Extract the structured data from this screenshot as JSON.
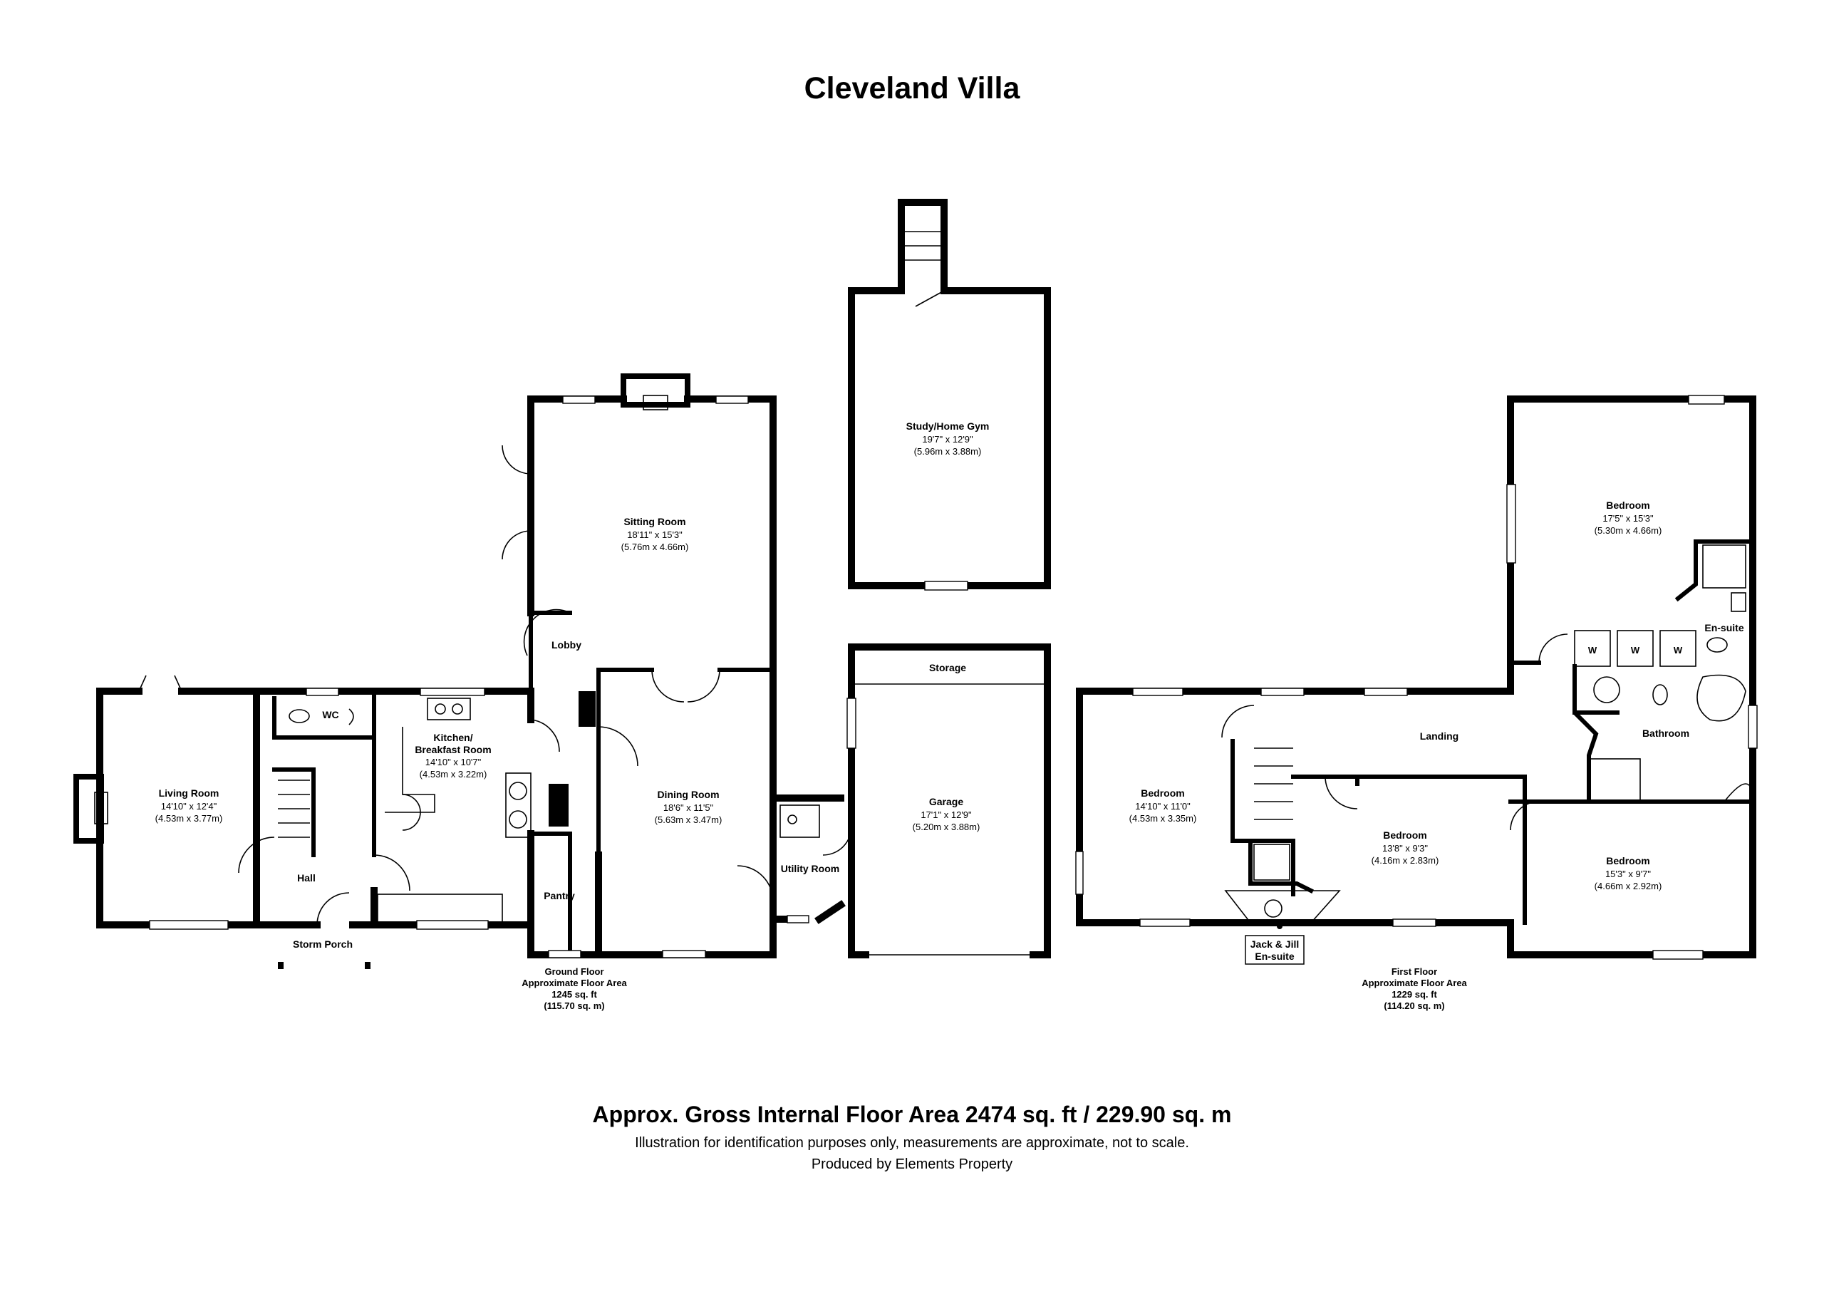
{
  "title": "Cleveland Villa",
  "rooms": {
    "living": {
      "name": "Living Room",
      "imperial": "14'10\" x 12'4\"",
      "metric": "(4.53m x 3.77m)"
    },
    "wc": {
      "name": "WC"
    },
    "kitchen": {
      "name_line1": "Kitchen/",
      "name_line2": "Breakfast Room",
      "imperial": "14'10\" x 10'7\"",
      "metric": "(4.53m x 3.22m)"
    },
    "hall": {
      "name": "Hall"
    },
    "storm_porch": {
      "name": "Storm Porch"
    },
    "pantry": {
      "name": "Pantry"
    },
    "lobby": {
      "name": "Lobby"
    },
    "sitting": {
      "name": "Sitting Room",
      "imperial": "18'11\" x 15'3\"",
      "metric": "(5.76m x 4.66m)"
    },
    "dining": {
      "name": "Dining Room",
      "imperial": "18'6\" x 11'5\"",
      "metric": "(5.63m x 3.47m)"
    },
    "utility": {
      "name": "Utility Room"
    },
    "study": {
      "name": "Study/Home Gym",
      "imperial": "19'7\" x 12'9\"",
      "metric": "(5.96m x 3.88m)"
    },
    "storage": {
      "name": "Storage"
    },
    "garage": {
      "name": "Garage",
      "imperial": "17'1\" x 12'9\"",
      "metric": "(5.20m x 3.88m)"
    },
    "bed_left": {
      "name": "Bedroom",
      "imperial": "14'10\" x 11'0\"",
      "metric": "(4.53m x 3.35m)"
    },
    "landing": {
      "name": "Landing"
    },
    "bed_mid": {
      "name": "Bedroom",
      "imperial": "13'8\" x 9'3\"",
      "metric": "(4.16m x 2.83m)"
    },
    "jack_jill": {
      "name_line1": "Jack & Jill",
      "name_line2": "En-suite"
    },
    "bed_master": {
      "name": "Bedroom",
      "imperial": "17'5\" x 15'3\"",
      "metric": "(5.30m x 4.66m)"
    },
    "ensuite": {
      "name": "En-suite"
    },
    "wardrobe": {
      "label": "W"
    },
    "bathroom": {
      "name": "Bathroom"
    },
    "bed_right": {
      "name": "Bedroom",
      "imperial": "15'3\" x 9'7\"",
      "metric": "(4.66m x 2.92m)"
    }
  },
  "floors": {
    "ground": {
      "line1": "Ground Floor",
      "line2": "Approximate Floor Area",
      "line3": "1245 sq. ft",
      "line4": "(115.70 sq. m)"
    },
    "first": {
      "line1": "First Floor",
      "line2": "Approximate Floor Area",
      "line3": "1229 sq. ft",
      "line4": "(114.20 sq. m)"
    }
  },
  "footer": {
    "gross": "Approx. Gross Internal Floor Area 2474 sq. ft / 229.90 sq. m",
    "disclaimer": "Illustration for identification purposes only, measurements are approximate, not to scale.",
    "producer": "Produced by Elements Property"
  }
}
